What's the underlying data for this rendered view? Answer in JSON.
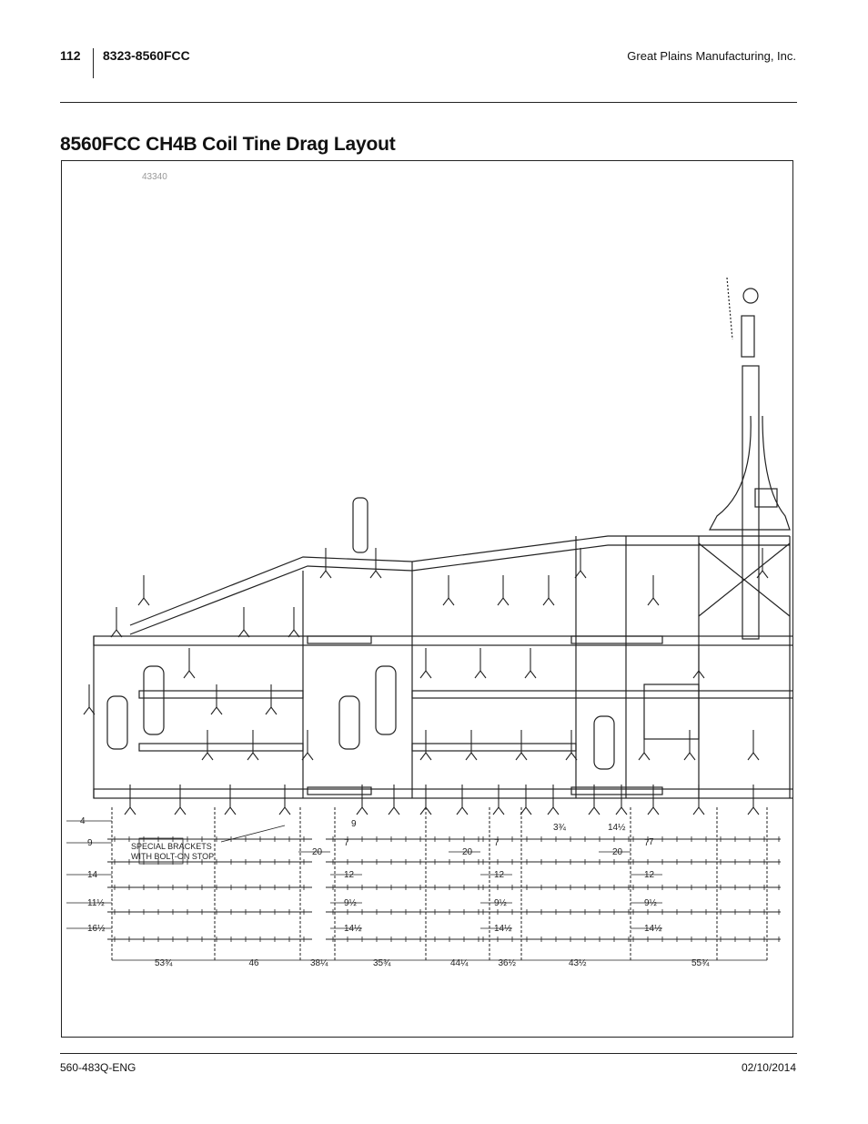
{
  "header": {
    "page_number": "112",
    "model": "8323-8560FCC",
    "company": "Great Plains Manufacturing, Inc."
  },
  "title": "8560FCC CH4B Coil Tine Drag Layout",
  "figure": {
    "figure_number": "43340",
    "callout_line1": "SPECIAL BRACKETS",
    "callout_line2": "WITH BOLT-ON STOP",
    "row_offsets": [
      "4",
      "9",
      "14",
      "11½",
      "16½"
    ],
    "section_offsets": [
      "20",
      "7",
      "12",
      "9½",
      "14½"
    ],
    "upper_dims": [
      "9",
      "3¾",
      "14½",
      "7"
    ],
    "bottom_dims": [
      "53¾",
      "46",
      "38¼",
      "35¾",
      "44¼",
      "36½",
      "43½",
      "55¾"
    ]
  },
  "footer": {
    "doc_code": "560-483Q-ENG",
    "date": "02/10/2014"
  }
}
